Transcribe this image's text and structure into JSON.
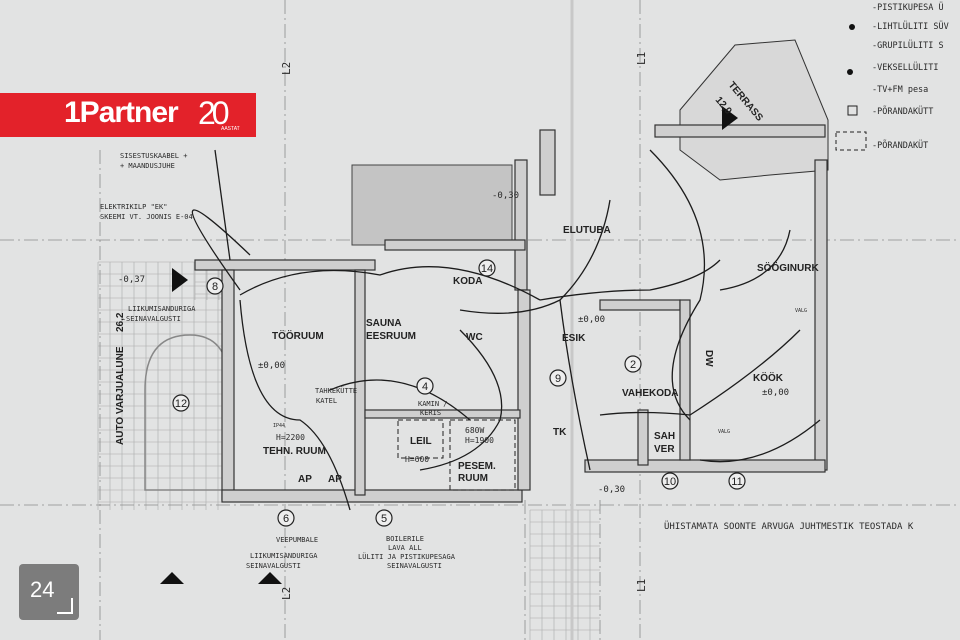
{
  "legend": [
    "-PISTIKUPESA Ü",
    "-LIHTLÜLITI SÜV",
    "-GRUPILÜLITI S",
    "-VEKSELLÜLITI",
    "-TV+FM pesa",
    "-PÕRANDAKÜTT",
    "-PÕRANDAKÜT"
  ],
  "logo": {
    "word": "1Partner",
    "number": "20",
    "sub": "AASTAT"
  },
  "badge": "24",
  "axes": {
    "l2": "L2",
    "l1": "L1"
  },
  "notes": {
    "cable_1": "SISESTUSKAABEL +",
    "cable_2": "+ MAANDUSJUHE",
    "panel_1": "ELEKTRIKILP \"EK\"",
    "panel_2": "SKEEMI VT. JOONIS E-04",
    "motion_top_1": "LIIKUMISANDURIGA",
    "motion_top_2": "SEINAVALGUSTI",
    "pump": "VEEPUMBALE",
    "motion_1": "LIIKUMISANDURIGA",
    "motion_2": "SEINAVALGUSTI",
    "boiler_1": "BOILERILE",
    "boiler_2": "LAVA ALL",
    "boiler_3": "LÜLITI JA PISTIKUPESAGA",
    "boiler_4": "SEINAVALGUSTI",
    "bottom": "ÜHISTAMATA SOONTE ARVUGA JUHTMESTIK TEOSTADA K",
    "boiler_label": "TAHKEKÜTTE",
    "boiler_label2": "KATEL",
    "kamin_1": "KAMIN /",
    "kamin_2": "KERIS",
    "heater_1": "680W",
    "heater_2": "H=1900",
    "h2200": "H=2200",
    "h600": "H=600",
    "valg_1": "VALG",
    "valg_2": "VALG",
    "ip44": "IP44"
  },
  "levels": {
    "carport": "-0,37",
    "porch": "-0,30",
    "work": "±0,00",
    "hall": "±0,00",
    "kitchen": "±0,00",
    "entry": "-0,30"
  },
  "rooms": {
    "terrace": "TERRASS",
    "terrace_area": "12,0",
    "living": "ELUTUBA",
    "koda": "KODA",
    "dining": "SÖÖGINURK",
    "work": "TÖÖRUUM",
    "sauna_1": "SAUNA",
    "sauna_2": "EESRUUM",
    "wc": "WC",
    "esik": "ESIK",
    "dw": "DW",
    "carport": "AUTO VARJUALUNE",
    "carport_area": "26,2",
    "kitchen": "KÖÖK",
    "vahekoda": "VAHEKODA",
    "tech": "TEHN. RUUM",
    "leil": "LEIL",
    "wash_1": "PESEM.",
    "wash_2": "RUUM",
    "sah_1": "SAH",
    "sah_2": "VER",
    "tk": "TK",
    "ap1": "AP",
    "ap2": "AP"
  },
  "circuits": [
    "8",
    "14",
    "12",
    "4",
    "9",
    "2",
    "6",
    "5",
    "10",
    "11"
  ]
}
